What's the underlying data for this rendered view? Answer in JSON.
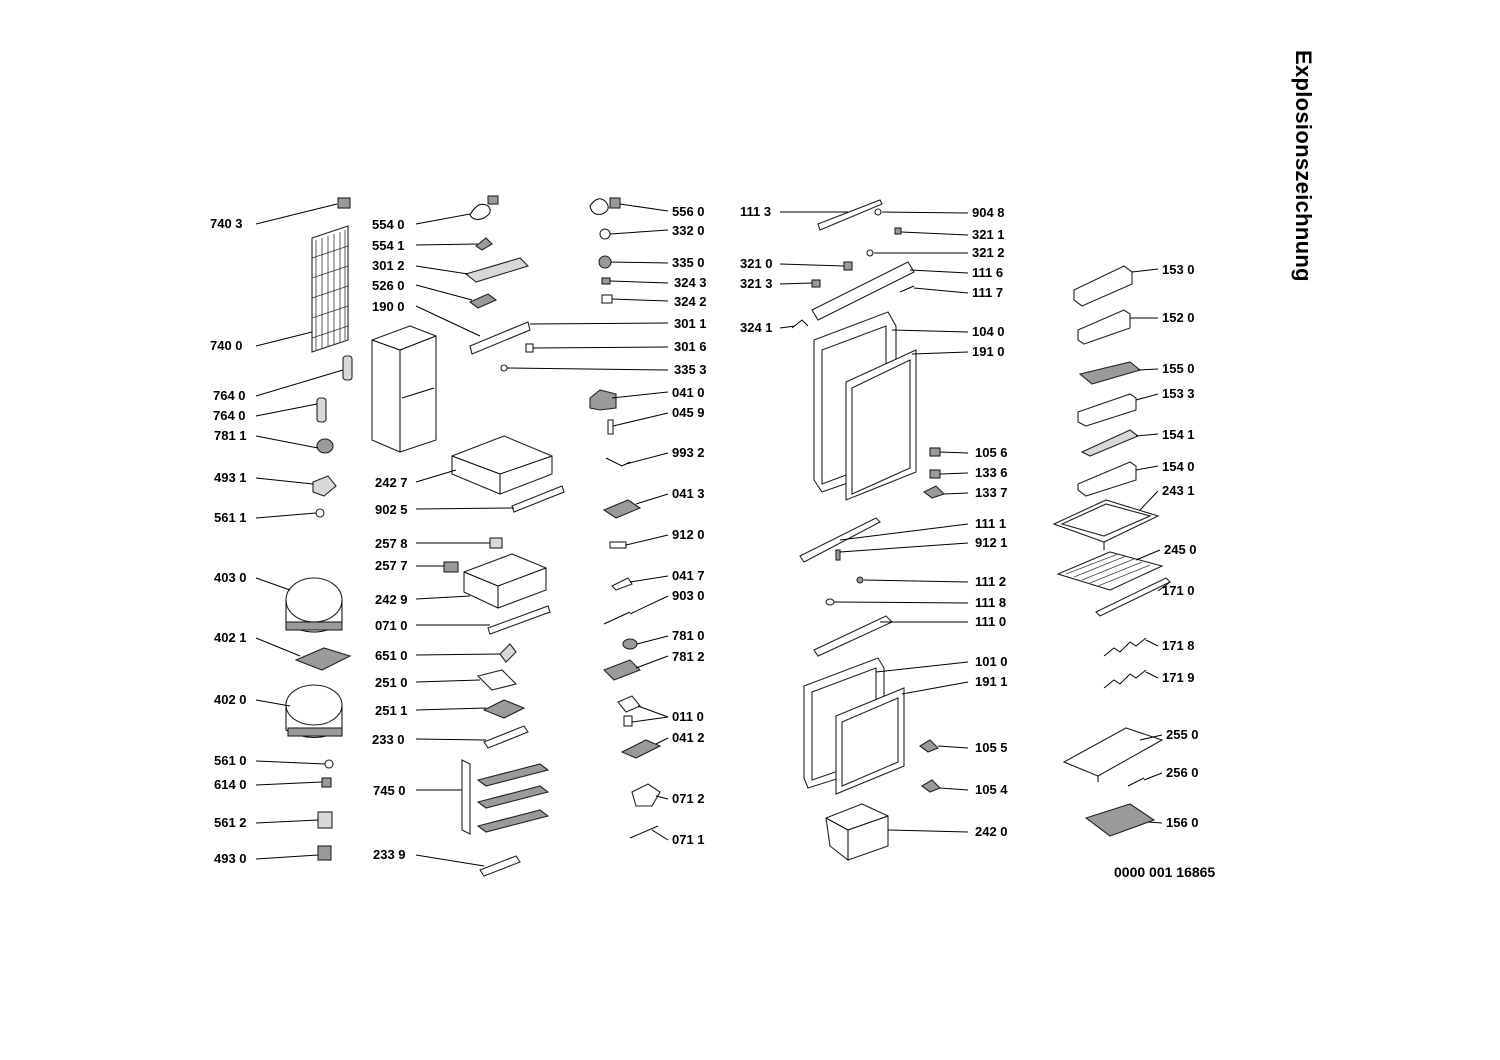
{
  "title": "Explosionszeichnung",
  "document_number": "0000 001 16865",
  "labels": [
    "740 3",
    "740 0",
    "764 0",
    "764 0",
    "781 1",
    "493 1",
    "561 1",
    "403 0",
    "402 1",
    "402 0",
    "561 0",
    "614 0",
    "561 2",
    "493 0",
    "554 0",
    "554 1",
    "301 2",
    "526 0",
    "190 0",
    "242 7",
    "902 5",
    "257 8",
    "257 7",
    "242 9",
    "071 0",
    "651 0",
    "251 0",
    "251 1",
    "233 0",
    "745 0",
    "233 9",
    "556 0",
    "332 0",
    "335 0",
    "324 3",
    "324 2",
    "301 1",
    "301 6",
    "335 3",
    "041 0",
    "045 9",
    "993 2",
    "041 3",
    "912 0",
    "041 7",
    "903 0",
    "781 0",
    "781 2",
    "011 0",
    "041 2",
    "071 2",
    "071 1",
    "111 3",
    "321 0",
    "321 3",
    "324 1",
    "904 8",
    "321 1",
    "321 2",
    "111 6",
    "111 7",
    "104 0",
    "191 0",
    "105 6",
    "133 6",
    "133 7",
    "111 1",
    "912 1",
    "111 2",
    "111 8",
    "111 0",
    "101 0",
    "191 1",
    "105 5",
    "105 4",
    "242 0",
    "153 0",
    "152 0",
    "155 0",
    "153 3",
    "154 1",
    "154 0",
    "243 1",
    "245 0",
    "171 0",
    "171 8",
    "171 9",
    "255 0",
    "256 0",
    "156 0"
  ]
}
